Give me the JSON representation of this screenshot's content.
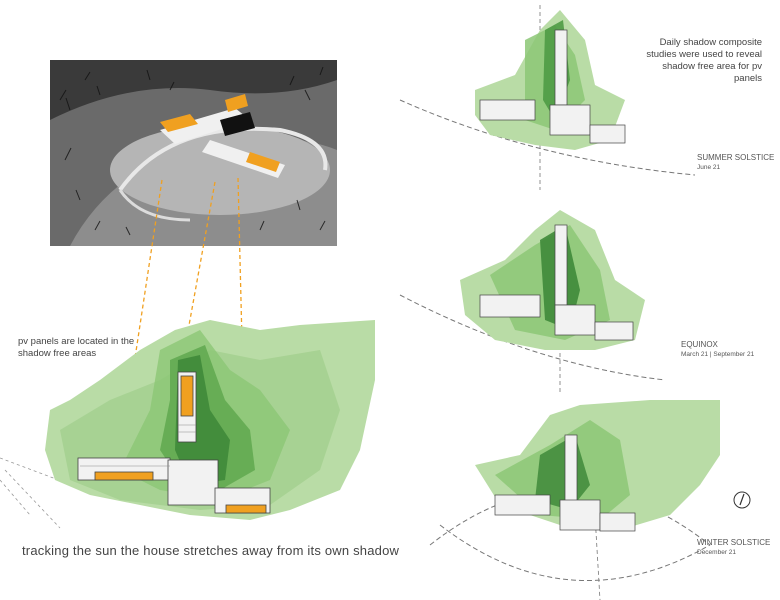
{
  "main_caption": "tracking the sun the house stretches away from its own shadow",
  "pv_note": "pv panels are located in the shadow free areas",
  "study_note": "Daily shadow composite studies were used to reveal shadow free area for pv panels",
  "studies": [
    {
      "title": "SUMMER SOLSTICE",
      "date": "June 21"
    },
    {
      "title": "EQUINOX",
      "date": "March 21 | September 21"
    },
    {
      "title": "WINTER SOLSTICE",
      "date": "December 21"
    }
  ],
  "colors": {
    "shadow_light": "#b9dca6",
    "shadow_mid": "#8cc775",
    "shadow_dark": "#3f8a3a",
    "pv_panel": "#f0a020",
    "photo_bg": "#2d2d2d"
  },
  "icons": [
    "north-arrow-icon"
  ]
}
